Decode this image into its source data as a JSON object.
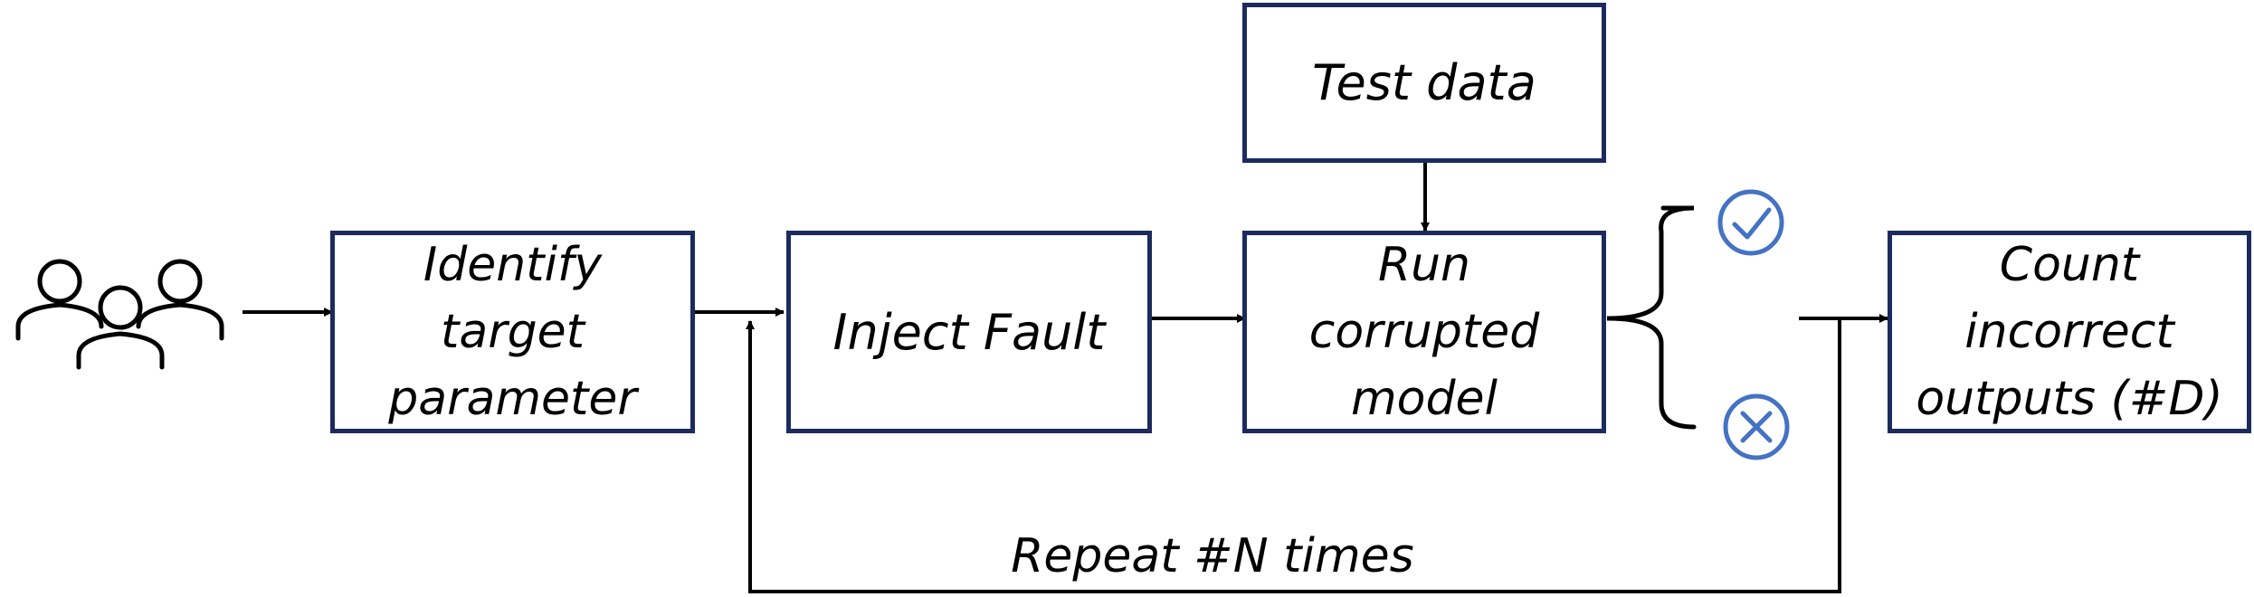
{
  "steps": {
    "identify": {
      "line1": "Identify",
      "line2": "target",
      "line3": "parameter"
    },
    "inject": {
      "label": "Inject Fault"
    },
    "test_data": {
      "label": "Test data"
    },
    "run": {
      "line1": "Run",
      "line2": "corrupted",
      "line3": "model"
    },
    "count": {
      "line1": "Count",
      "line2": "incorrect",
      "line3": "outputs (#D)"
    }
  },
  "loop": {
    "label": "Repeat #N times"
  },
  "icons": {
    "users": "users-icon",
    "correct": "check-circle-icon",
    "incorrect": "x-circle-icon"
  },
  "colors": {
    "box_border": "#1c2b5e",
    "icon_blue": "#4472c4",
    "line": "#000000"
  }
}
